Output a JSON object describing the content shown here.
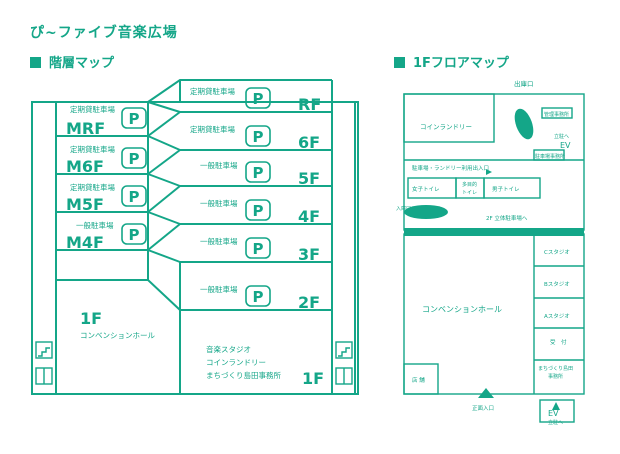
{
  "title": "ぴ~ファイブ音楽広場",
  "left_section": {
    "label": "階層マップ"
  },
  "right_section": {
    "label": "1Fフロアマップ"
  },
  "floors": {
    "rf": {
      "label": "定期貸駐車場",
      "floor": "RF"
    },
    "mrf": {
      "label": "定期貸駐車場",
      "floor": "MRF"
    },
    "f6": {
      "label": "定期貸駐車場",
      "floor": "6F"
    },
    "m6f": {
      "label": "定期貸駐車場",
      "floor": "M6F"
    },
    "f5": {
      "label": "一般駐車場",
      "floor": "5F"
    },
    "m5f": {
      "label": "定期貸駐車場",
      "floor": "M5F"
    },
    "f4": {
      "label": "一般駐車場",
      "floor": "4F"
    },
    "m4f": {
      "label": "一般駐車場",
      "floor": "M4F"
    },
    "f3": {
      "label": "一般駐車場",
      "floor": "3F"
    },
    "f2": {
      "label": "一般駐車場",
      "floor": "2F"
    },
    "f1_left": {
      "floor": "1F",
      "label": "コンベンションホール"
    },
    "f1_right": {
      "floor": "1F",
      "line1": "音楽スタジオ",
      "line2": "コインランドリー",
      "line3": "まちづくり島田事務所"
    }
  },
  "parking_symbol": "P",
  "floor_map": {
    "coin_laundry": "コインランドリー",
    "exit": "出庫口",
    "admin": "管理事務所",
    "ev_hall": "立駐へ",
    "ev": "EV",
    "admin_small": "駐車場事務所",
    "route": "駐車場・ランドリー利用出入口",
    "women": "女子トイレ",
    "multi1": "多目的",
    "multi2": "トイレ",
    "men": "男子トイレ",
    "entry_v": "入庫口",
    "to_parking": "2F 立体駐車場へ",
    "hall": "コンベンションホール",
    "studio_c": "Cスタジオ",
    "studio_b": "Bスタジオ",
    "studio_a": "Aスタジオ",
    "reception": "受　付",
    "office1": "まちづくり島田",
    "office2": "事務所",
    "shop": "店 舗",
    "main_entrance": "正面入口",
    "ev_bottom": "EV",
    "ev_bottom_sub": "立駐へ"
  }
}
